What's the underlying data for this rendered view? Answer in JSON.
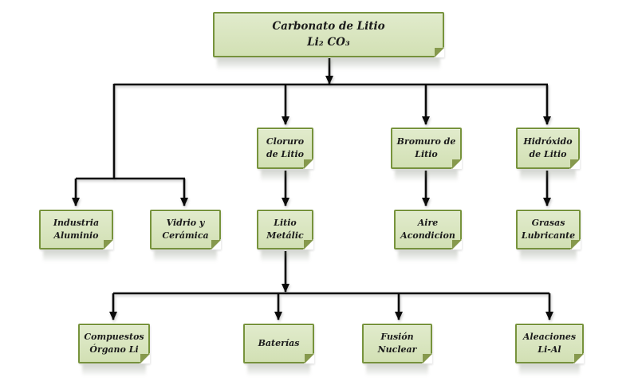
{
  "diagram": {
    "type": "flowchart",
    "colors": {
      "background": "#ffffff",
      "node_fill": "#d2e0b4",
      "node_fill_light": "#e1ebcc",
      "node_border": "#77933c",
      "node_fold": "#86994d",
      "line_color": "#0a0a0a",
      "text_color": "#1b1b1b"
    },
    "nodes": {
      "root": {
        "line1": "Carbonato de Litio",
        "line2": "Li₂ CO₃"
      },
      "cloruro": {
        "line1": "Cloruro",
        "line2": "de Litio"
      },
      "bromuro": {
        "line1": "Bromuro de",
        "line2": "Litio"
      },
      "hidroxido": {
        "line1": "Hidróxido",
        "line2": "de Litio"
      },
      "industria": {
        "line1": "Industria",
        "line2": "Aluminio"
      },
      "vidrio": {
        "line1": "Vidrio y",
        "line2": "Cerámica"
      },
      "litio": {
        "line1": "Litio",
        "line2": "Metálic"
      },
      "aire": {
        "line1": "Aire",
        "line2": "Acondicion"
      },
      "grasas": {
        "line1": "Grasas",
        "line2": "Lubricante"
      },
      "compuestos": {
        "line1": "Compuestos",
        "line2": "Órgano Li"
      },
      "baterias": {
        "line1": "Baterías",
        "line2": ""
      },
      "fusion": {
        "line1": "Fusión",
        "line2": "Nuclear"
      },
      "aleaciones": {
        "line1": "Aleaciones",
        "line2": "Li-Al"
      }
    }
  }
}
